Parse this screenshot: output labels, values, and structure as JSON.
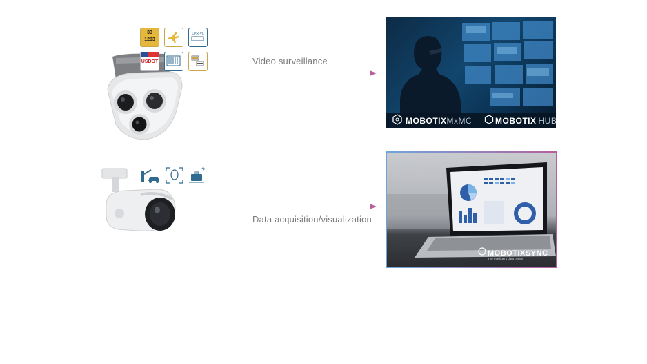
{
  "labels": {
    "video_surveillance": "Video surveillance",
    "data_acquisition": "Data acquisition/visualization"
  },
  "icons": {
    "plate_top": "33",
    "plate_bottom": "1203",
    "usdot": "USDOT",
    "lpr": "LPR-VL"
  },
  "brands": {
    "mxmc_main": "MOBOTIX",
    "mxmc_suffix": "MxMC",
    "hub_main": "MOBOTIX",
    "hub_suffix": "HUB",
    "sync_main": "MOBOTIX",
    "sync_suffix": "SYNC",
    "sync_tagline": "The intelligent data center"
  },
  "colors": {
    "line_start": "#8ec9ea",
    "line_end": "#b6609e",
    "accent_gold": "#c9a64a",
    "accent_blue": "#2f6b8f"
  }
}
